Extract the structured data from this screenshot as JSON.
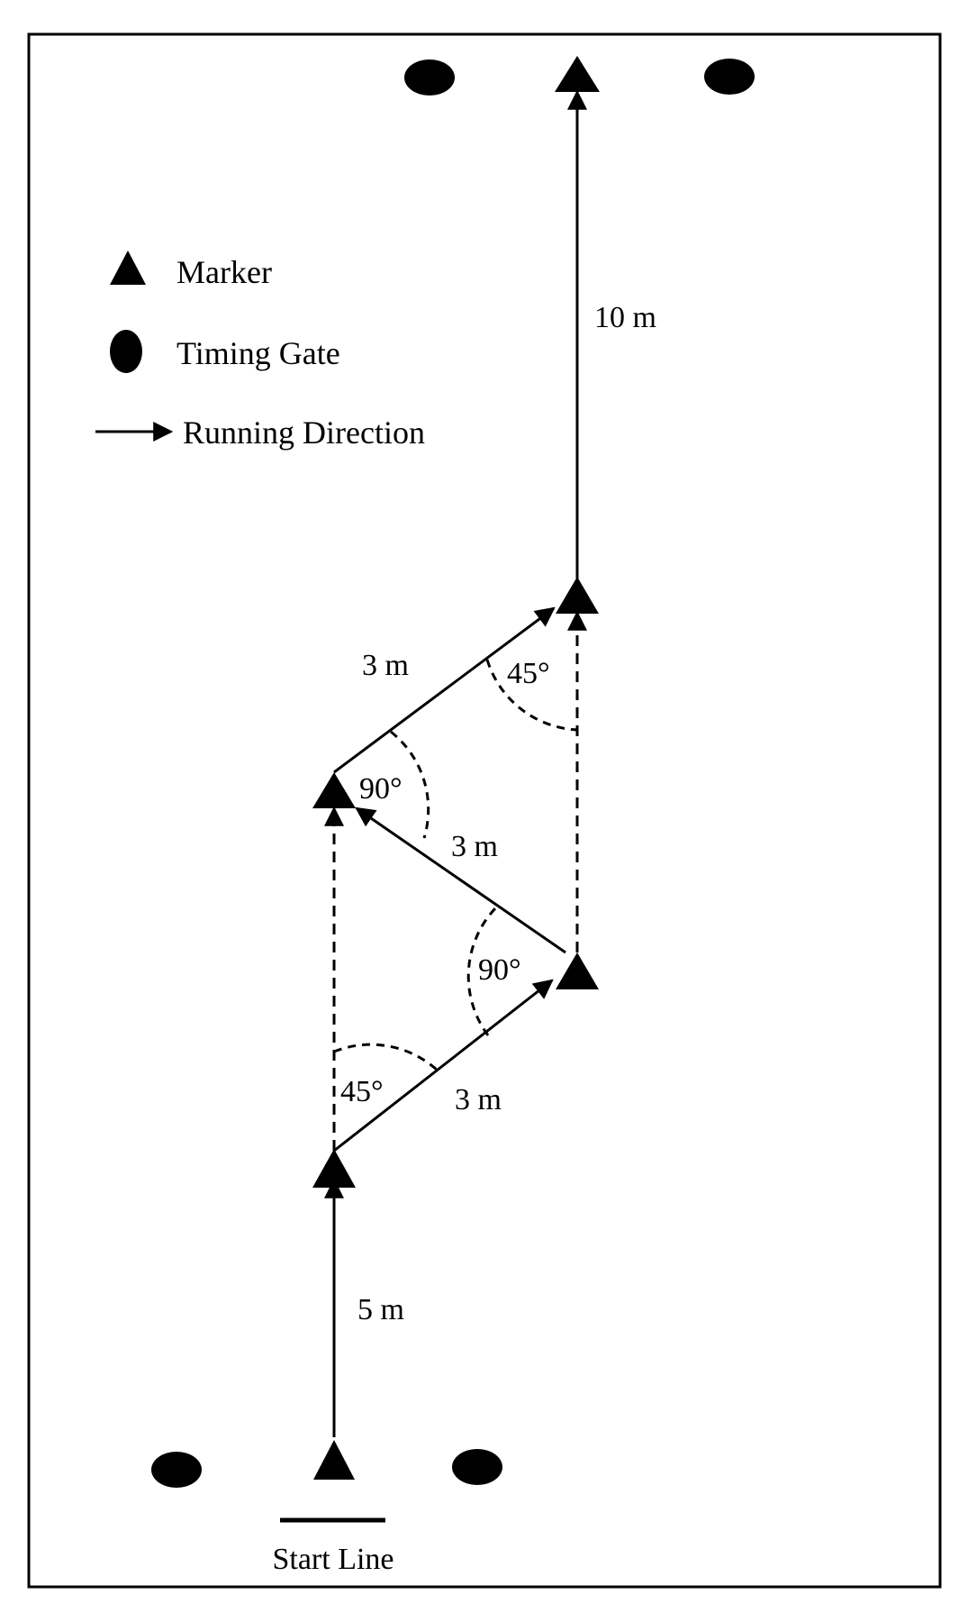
{
  "legend": {
    "marker": "Marker",
    "timing_gate": "Timing Gate",
    "running_direction": "Running Direction"
  },
  "labels": {
    "start_line": "Start Line",
    "dist_start": "5 m",
    "dist_leg1": "3 m",
    "dist_leg2": "3 m",
    "dist_leg3": "3 m",
    "dist_final": "10 m",
    "angle_first": "45°",
    "angle_second": "90°",
    "angle_third": "90°",
    "angle_fourth": "45°"
  },
  "colors": {
    "ink": "#000000",
    "background": "#ffffff"
  },
  "icons": {
    "marker": "triangle-icon",
    "timing_gate": "ellipse-icon",
    "running_direction": "arrow-right-icon"
  }
}
